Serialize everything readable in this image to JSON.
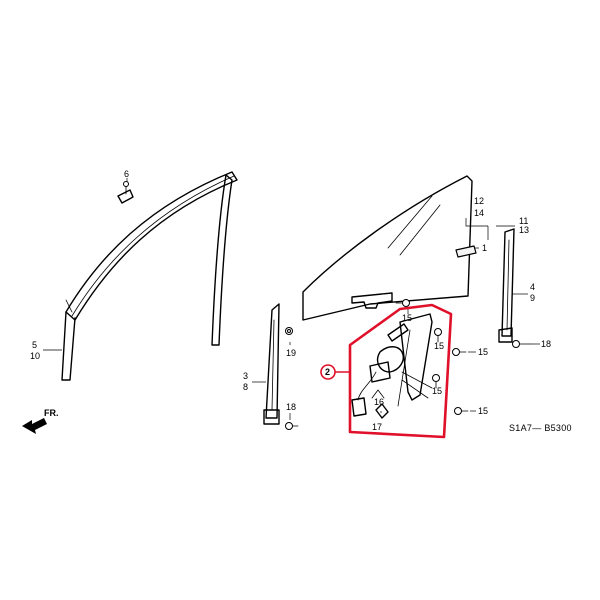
{
  "callouts": {
    "c1": "1",
    "c2": "2",
    "c3": "3",
    "c4": "4",
    "c5": "5",
    "c6": "6",
    "c8": "8",
    "c9": "9",
    "c10": "10",
    "c11": "11",
    "c12": "12",
    "c13": "13",
    "c14": "14",
    "c15a": "15",
    "c15b": "15",
    "c15c": "15",
    "c15d": "15",
    "c15e": "15",
    "c16": "16",
    "c17": "17",
    "c18a": "18",
    "c18b": "18",
    "c19": "19"
  },
  "front_label": "FR.",
  "diagram_code": "S1A7— B5300",
  "colors": {
    "highlight": "#e0102a",
    "line": "#000000"
  }
}
